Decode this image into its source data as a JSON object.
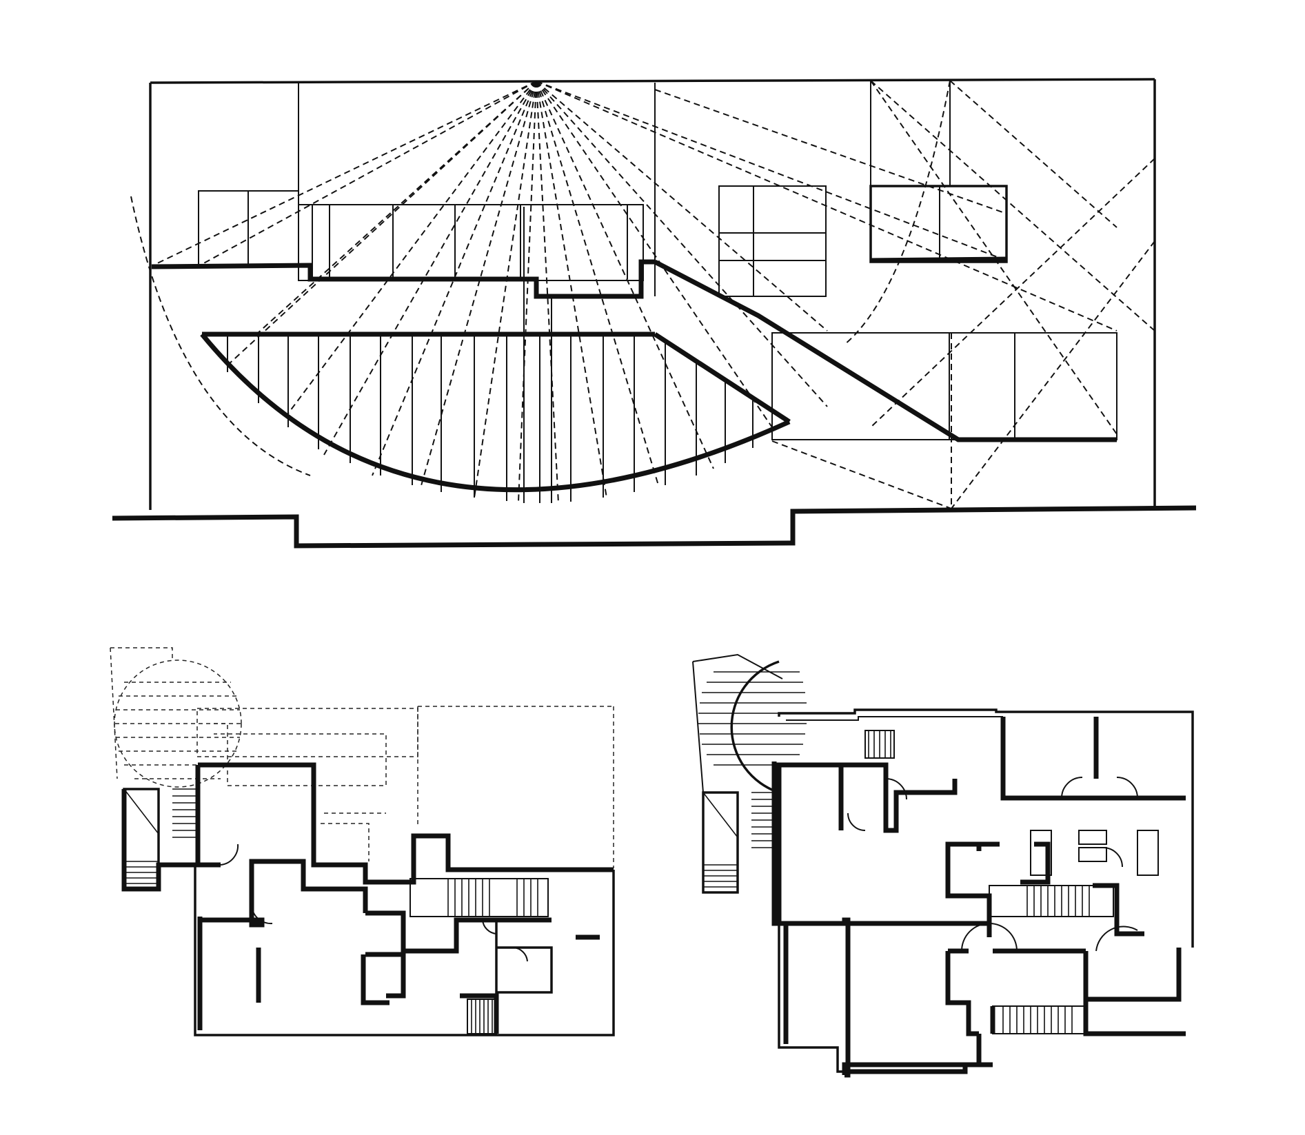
{
  "drawing": {
    "panels": [
      "section-elevation",
      "ground-floor-plan",
      "upper-floor-plan"
    ],
    "line_color": "#111111",
    "background": "#ffffff"
  }
}
